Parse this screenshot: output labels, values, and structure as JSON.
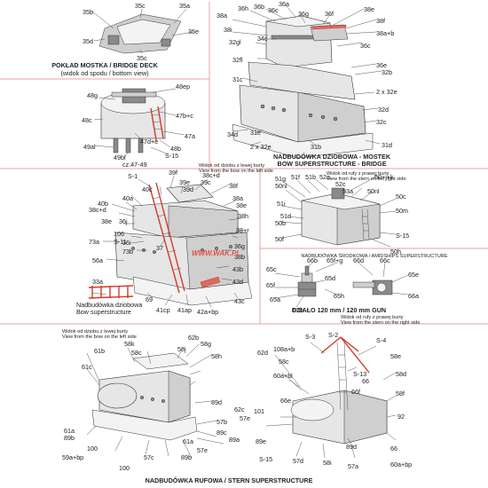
{
  "colors": {
    "frame": "#e8a0a0",
    "part_red": "#d43a2a",
    "watermark": "#e0504a",
    "drawing": "#333333"
  },
  "panels": {
    "bridge_deck": {
      "title": "POKŁAD MOSTKA / BRIDGE DECK",
      "subtitle": "(widok od spodu / bottom view)",
      "parts": [
        "35b",
        "35c",
        "35a",
        "35d",
        "35e",
        "35c"
      ]
    },
    "fire_control": {
      "parts": [
        "48g",
        "48ep",
        "47b+c",
        "48c",
        "47a",
        "47d+e",
        "48b",
        "49al",
        "S-15",
        "49bl",
        "cz.47-49"
      ]
    },
    "bow_bridge": {
      "title": "NADBUDÓWKA DZIOBOWA - MOSTEK",
      "subtitle": "BOW SUPERSTRUCTURE - BRIDGE",
      "parts": [
        "38a",
        "36h",
        "36a",
        "36b",
        "38i",
        "36c",
        "36g",
        "36f",
        "38e",
        "38f",
        "32gl",
        "34c",
        "38a+b",
        "36c",
        "32fl",
        "36e",
        "32b",
        "31c",
        "2 x 32e",
        "32d",
        "32c",
        "34d",
        "31e",
        "31d",
        "2 x 32e",
        "31b"
      ]
    },
    "bow_super": {
      "title": "Nadbudówka dziobowa",
      "subtitle": "Bow superstructure",
      "note": "Widok od dziobu z lewej burty",
      "note2": "View from the bow on the left side",
      "parts": [
        "S-1",
        "39f",
        "38c+d",
        "40c",
        "39e",
        "39c",
        "39d",
        "38f",
        "40a",
        "38a",
        "40b",
        "38c+d",
        "38e",
        "38h",
        "38e",
        "36j",
        "106",
        "38+r",
        "36i",
        "73a",
        "S-11",
        "37",
        "36g",
        "73b",
        "38b",
        "56a",
        "43b",
        "33a",
        "69",
        "43d",
        "41cp",
        "41ap",
        "42a+bp",
        "43c"
      ]
    },
    "amidships": {
      "title": "NADBUDÓWKA ŚRODKOWA / AMIDSHIPS SUPERSTRUCTURE",
      "note": "Widok od rufy z prawej burty",
      "note2": "View from the stern on the right side",
      "parts": [
        "51g",
        "51f",
        "51b",
        "52a",
        "50+j+k",
        "50nl",
        "52c",
        "53a",
        "50nl",
        "50c",
        "51i",
        "51d",
        "50b",
        "50m",
        "S-15",
        "50f",
        "50h"
      ]
    },
    "gun": {
      "title": "DZIAŁO 120 mm / 120 mm GUN",
      "parts": [
        "65c",
        "66b",
        "65f+g",
        "66d",
        "66c",
        "65f",
        "65d",
        "65e",
        "65h",
        "65a",
        "65b",
        "66a"
      ]
    },
    "stern": {
      "title": "NADBUDÓWKA RUFOWA / STERN SUPERSTRUCTURE",
      "note": "Widok od rufy z prawej burty",
      "note2": "View from the stern on the right side",
      "note3": "Widok od dziobu z lewej burty",
      "note4": "View from the bow on the left side",
      "parts": [
        "62b",
        "58k",
        "58g",
        "61b",
        "58c",
        "58j",
        "58h",
        "S-3",
        "S-2",
        "S-4",
        "62d",
        "108a+b",
        "58c",
        "58e",
        "61c",
        "60a+bl",
        "S-13",
        "66",
        "58d",
        "66f",
        "58f",
        "62c",
        "101",
        "89d",
        "66e",
        "57b",
        "57e",
        "89a",
        "89e",
        "92",
        "61a",
        "89b",
        "89c",
        "57e",
        "89b",
        "61a",
        "89d",
        "58i",
        "66",
        "59a+bp",
        "100",
        "57c",
        "57d",
        "57a",
        "60a+bp",
        "S-15",
        "100",
        "61a"
      ]
    },
    "watermark": "WWW.WAK.PL"
  }
}
